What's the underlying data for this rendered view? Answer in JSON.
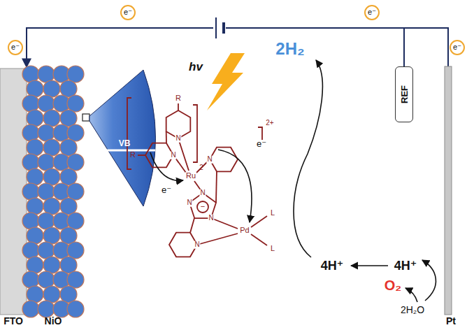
{
  "diagram": {
    "nodes": [
      {
        "text": [
          "e⁻"
        ]
      },
      {
        "text": [
          "e⁻"
        ]
      },
      {
        "text": [
          "e⁻"
        ]
      },
      {
        "text": [
          "e⁻"
        ]
      },
      {
        "text": [
          "REF"
        ]
      }
    ],
    "labels": [
      "FTO",
      "NiO",
      "Pt",
      "VB",
      "hv",
      "e⁻",
      "e⁻",
      "R",
      "R",
      "N",
      "N",
      "N",
      "N",
      "N",
      "N",
      "N",
      "Ru",
      "Pd",
      "L",
      "L",
      "2",
      "2+",
      "−",
      "2H₂",
      "4H⁺",
      "4H⁺",
      "O₂",
      "2H₂O"
    ]
  }
}
